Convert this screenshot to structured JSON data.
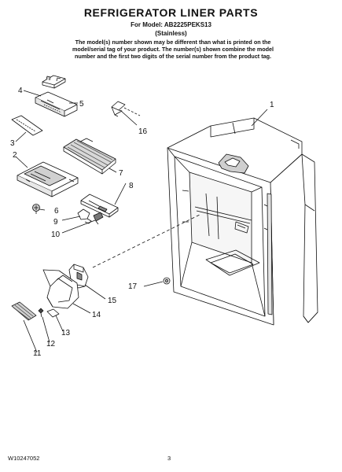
{
  "document": {
    "title": "REFRIGERATOR LINER PARTS",
    "model_line": "For Model: AB2225PEKS13",
    "finish_line": "(Stainless)",
    "note": "The model(s) number shown may be different than what is printed on the model/serial tag of your product. The number(s) shown combine the model number and the first two digits of the serial number from the product tag.",
    "part_number": "W10247052",
    "page_number": "3"
  },
  "callouts": {
    "c1": "1",
    "c2": "2",
    "c3": "3",
    "c4": "4",
    "c5": "5",
    "c6": "6",
    "c7": "7",
    "c8": "8",
    "c9": "9",
    "c10": "10",
    "c11": "11",
    "c12": "12",
    "c13": "13",
    "c14": "14",
    "c15": "15",
    "c16": "16",
    "c17": "17"
  },
  "colors": {
    "ink": "#111111",
    "shade": "#bdbdbd",
    "dark_shade": "#555555"
  }
}
